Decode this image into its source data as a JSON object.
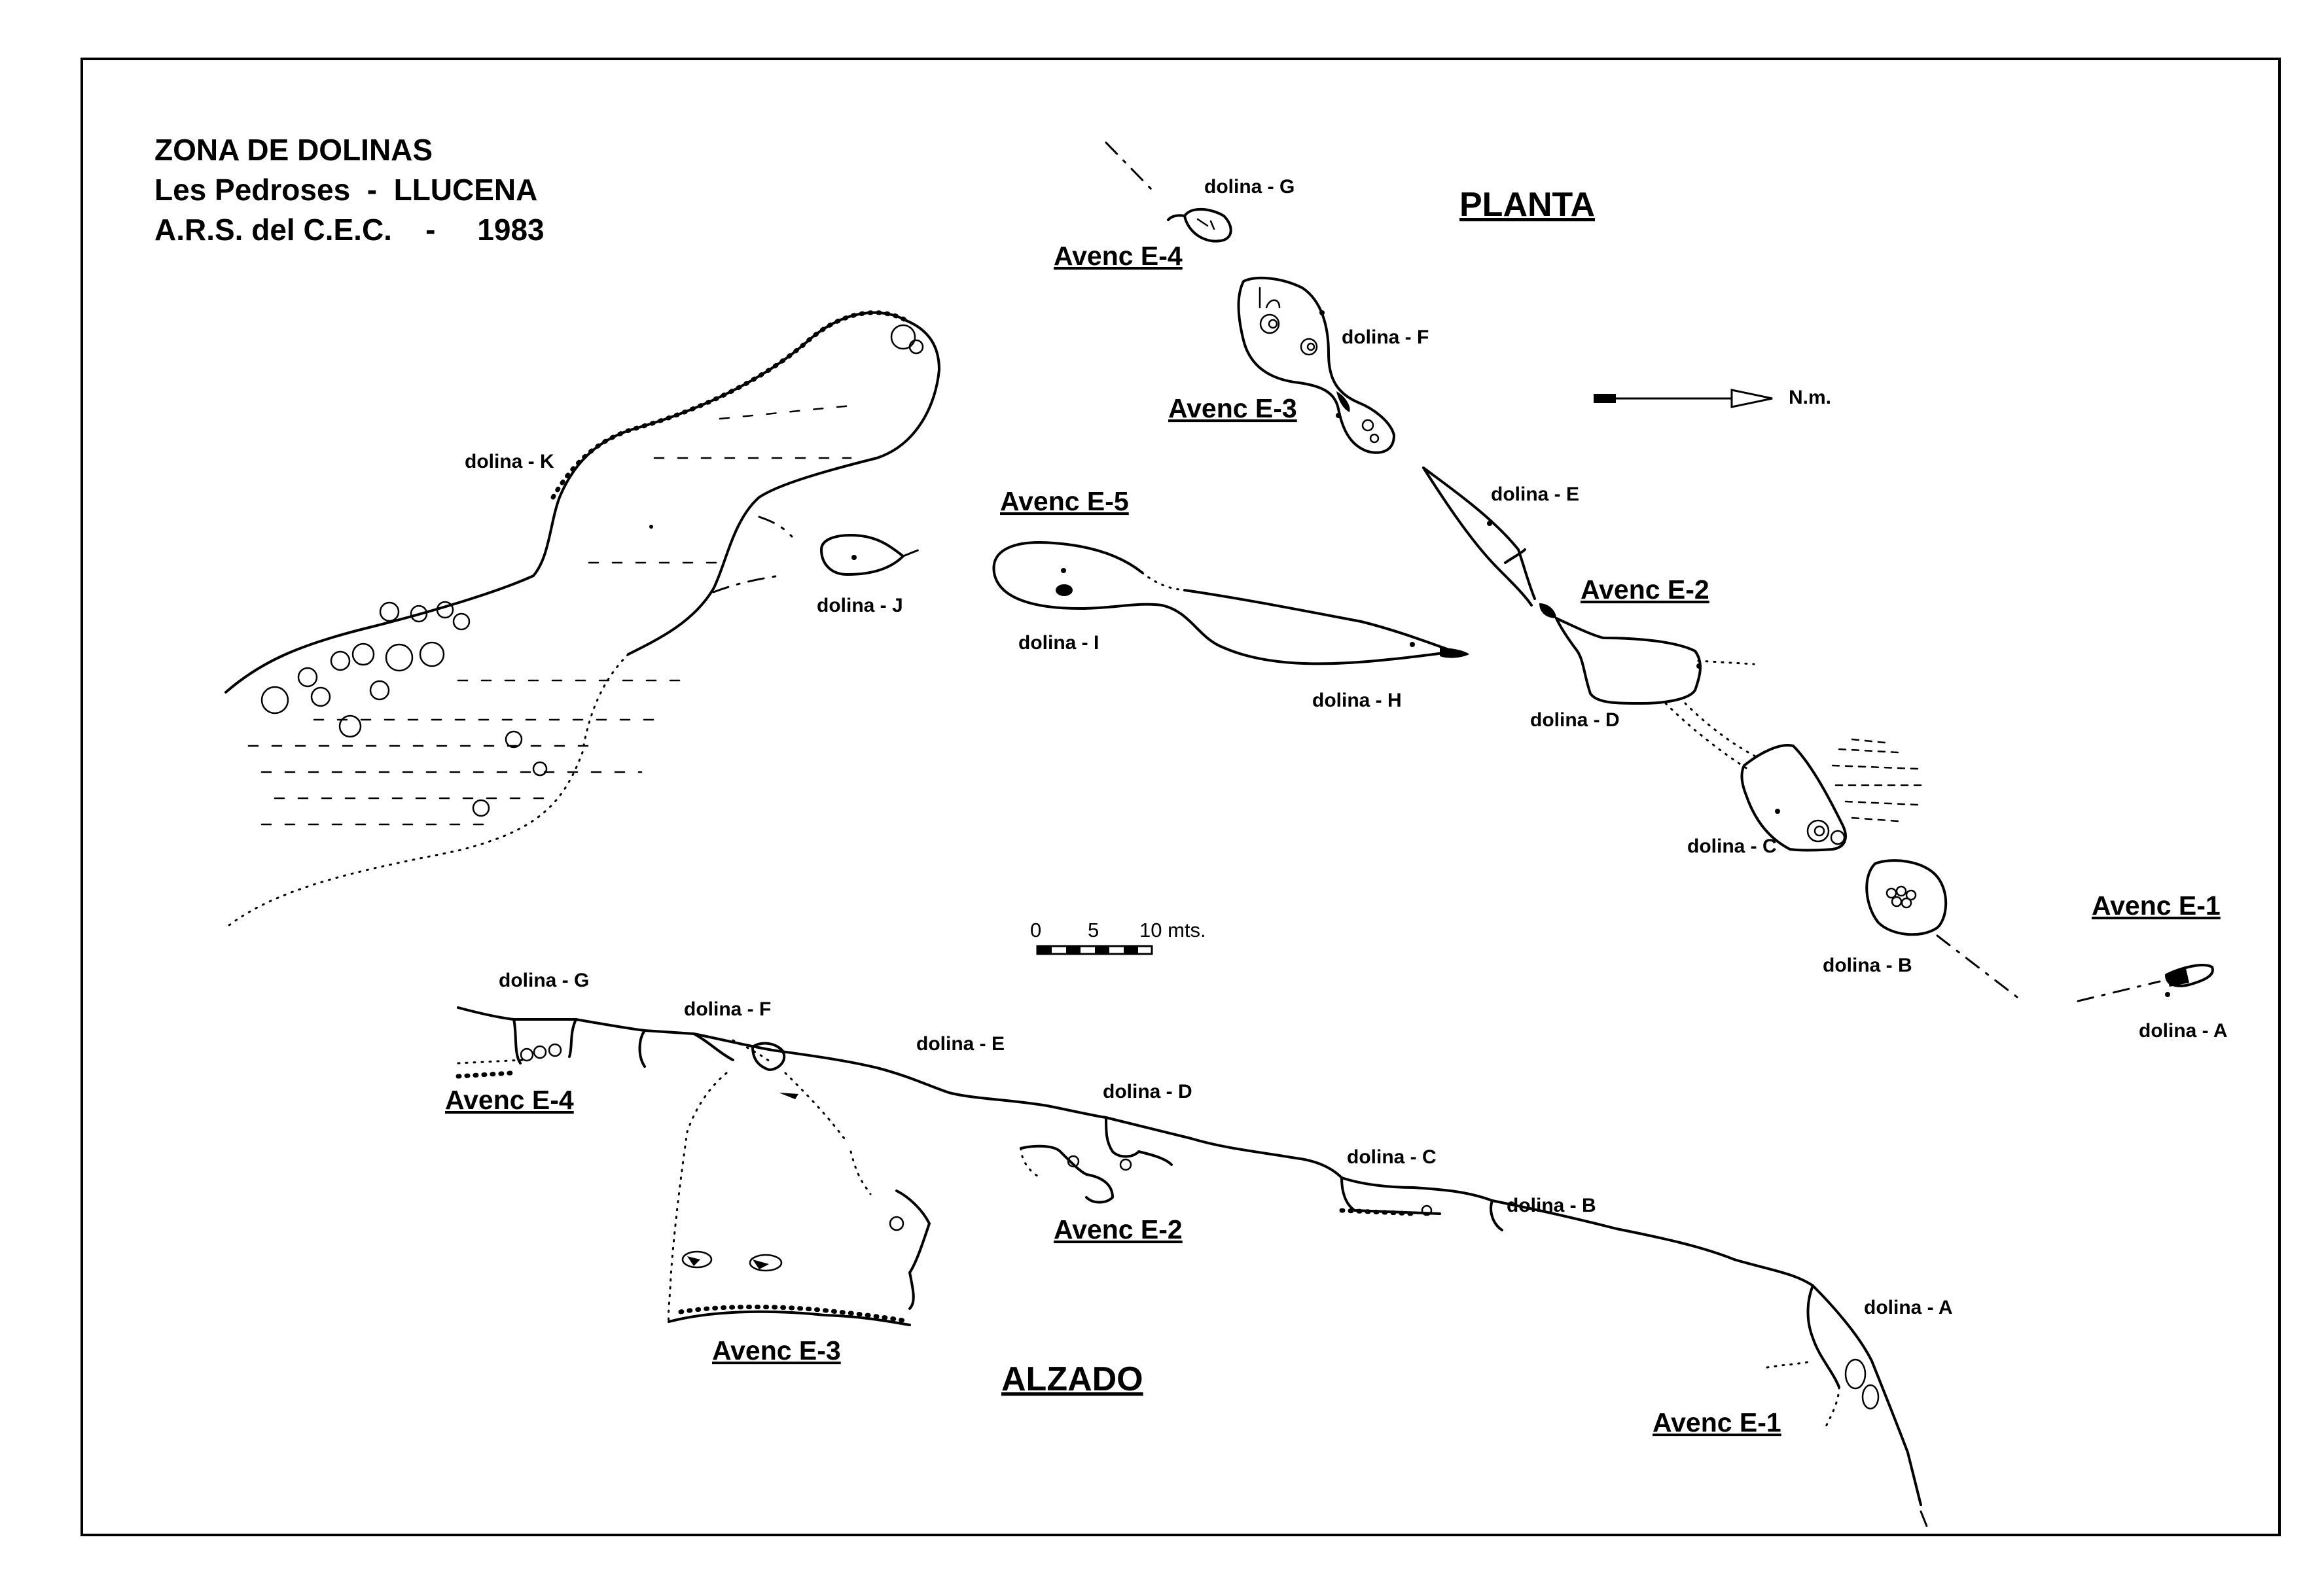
{
  "header": {
    "line1": "ZONA DE DOLINAS",
    "line2": "Les Pedroses  -  LLUCENA",
    "line3": "A.R.S. del C.E.C.    -     1983"
  },
  "sections": {
    "plan": "PLANTA",
    "elevation": "ALZADO"
  },
  "north_arrow": {
    "label": "N.m."
  },
  "scale_bar": {
    "ticks": [
      "0",
      "5",
      "10 mts."
    ]
  },
  "plan_labels": {
    "dolina_a": "dolina - A",
    "dolina_b": "dolina - B",
    "dolina_c": "dolina - C",
    "dolina_d": "dolina - D",
    "dolina_e": "dolina - E",
    "dolina_f": "dolina - F",
    "dolina_g": "dolina - G",
    "dolina_h": "dolina - H",
    "dolina_i": "dolina - I",
    "dolina_j": "dolina - J",
    "dolina_k": "dolina - K",
    "avenc_e1": "Avenc E-1",
    "avenc_e2": "Avenc E-2",
    "avenc_e3": "Avenc E-3",
    "avenc_e4": "Avenc E-4",
    "avenc_e5": "Avenc E-5"
  },
  "elevation_labels": {
    "dolina_a": "dolina - A",
    "dolina_b": "dolina - B",
    "dolina_c": "dolina - C",
    "dolina_d": "dolina - D",
    "dolina_e": "dolina - E",
    "dolina_f": "dolina - F",
    "dolina_g": "dolina - G",
    "avenc_e1": "Avenc E-1",
    "avenc_e2": "Avenc E-2",
    "avenc_e3": "Avenc E-3",
    "avenc_e4": "Avenc E-4"
  }
}
